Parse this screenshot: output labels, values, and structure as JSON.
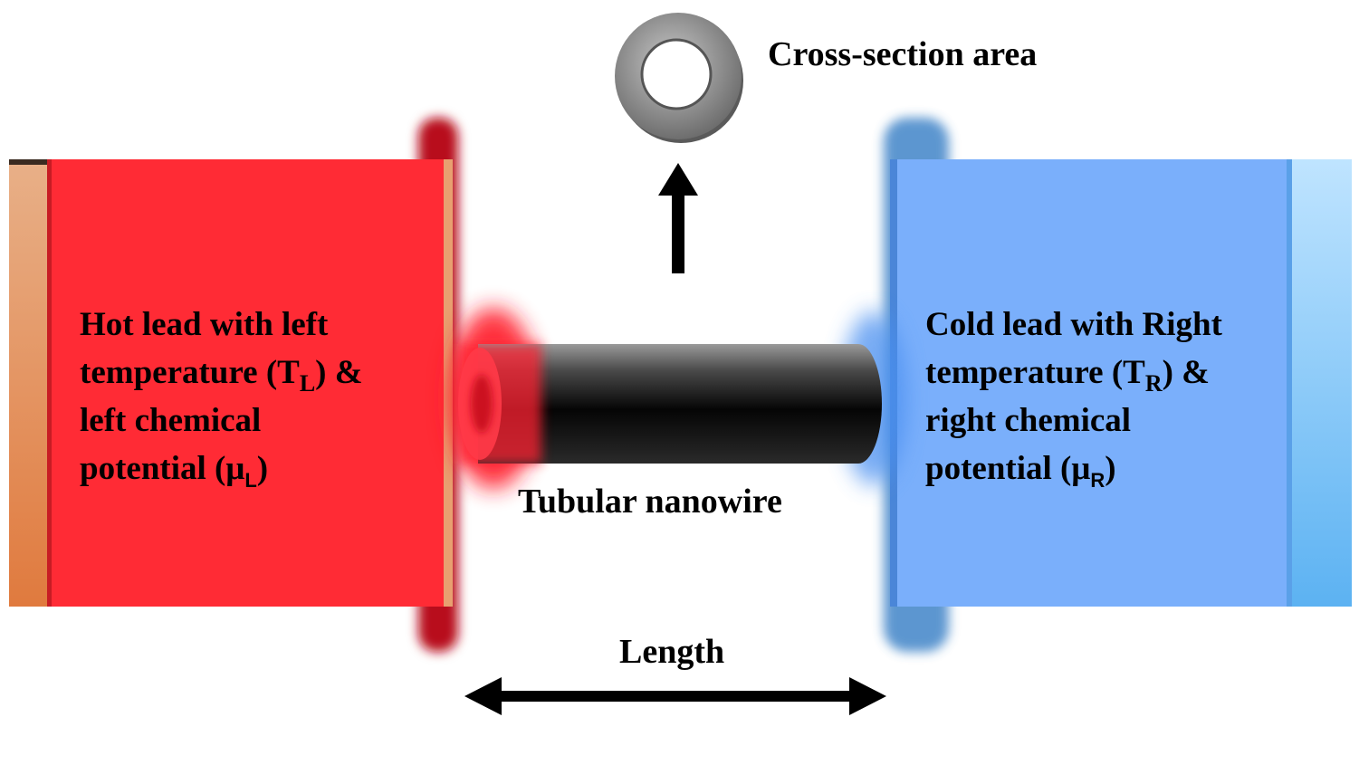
{
  "labels": {
    "cross_section": "Cross-section area",
    "nanowire": "Tubular nanowire",
    "length": "Length"
  },
  "hot_lead": {
    "line1": "Hot lead with left",
    "line2_pre": "temperature (T",
    "line2_sub": "L",
    "line2_post": ") &",
    "line3": "left chemical",
    "line4_pre": "potential (μ",
    "line4_sub": "L",
    "line4_post": ")"
  },
  "cold_lead": {
    "line1": "Cold lead with Right",
    "line2_pre": "temperature (T",
    "line2_sub": "R",
    "line2_post": ") &",
    "line3": "right chemical",
    "line4_pre": "potential (μ",
    "line4_sub": "R",
    "line4_post": ")"
  },
  "colors": {
    "hot": "#ff2b35",
    "hot_edge": "#b8101a",
    "hot_side": "#e58a55",
    "cold": "#7aaffb",
    "cold_edge": "#3f7fd0",
    "cold_side": "#8ecbff",
    "wire": "#111111",
    "ring": "#9a9a9a",
    "arrow": "#000000"
  }
}
